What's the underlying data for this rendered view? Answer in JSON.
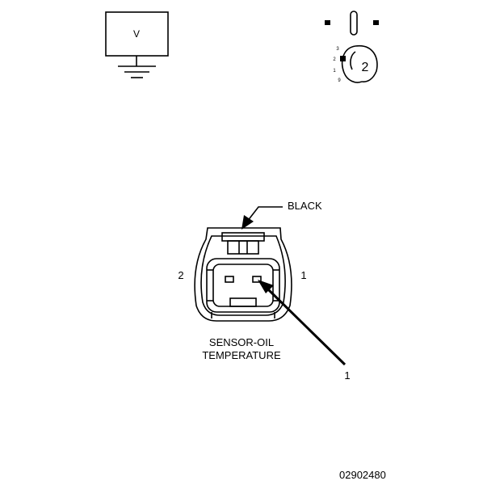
{
  "meter": {
    "symbol": "V"
  },
  "rotary_switch": {
    "positions": [
      "3",
      "2",
      "1",
      "9"
    ],
    "selected": "2"
  },
  "connector": {
    "color_label": "BLACK",
    "pin_left": "2",
    "pin_right": "1",
    "name_line1": "SENSOR-OIL",
    "name_line2": "TEMPERATURE",
    "callout": "1"
  },
  "figure_id": "02902480"
}
